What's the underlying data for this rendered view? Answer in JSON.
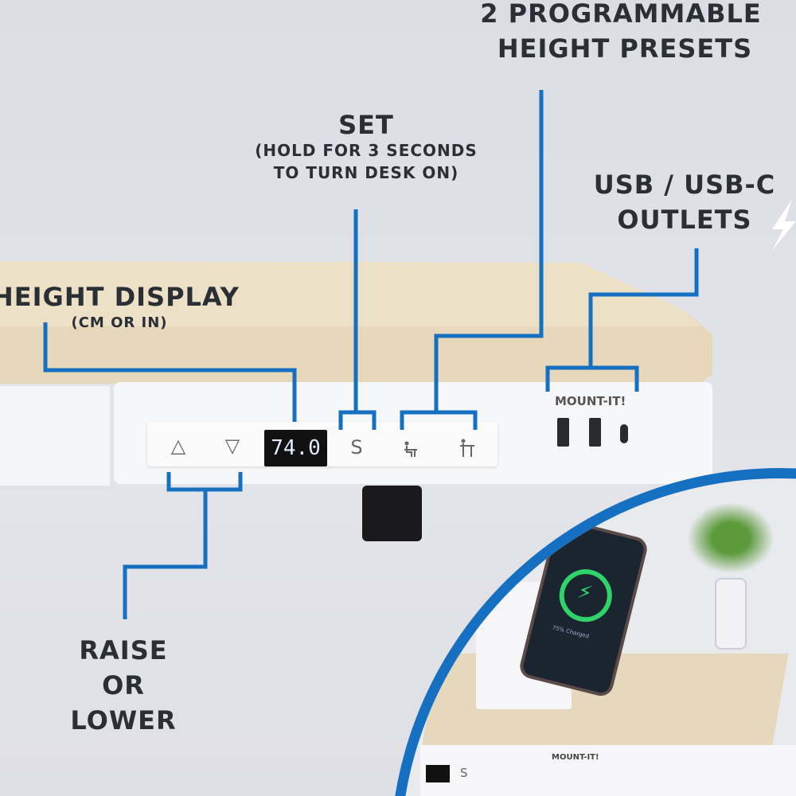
{
  "labels": {
    "presets_line1": "2 PROGRAMMABLE",
    "presets_line2": "HEIGHT PRESETS",
    "set_title": "SET",
    "set_line1": "(HOLD FOR 3 SECONDS",
    "set_line2": "TO TURN DESK ON)",
    "usb_line1": "USB / USB-C",
    "usb_line2": "OUTLETS",
    "height_title": "HEIGHT DISPLAY",
    "height_sub": "(CM OR IN)",
    "raise_line1": "RAISE",
    "raise_line2": "OR",
    "raise_line3": "LOWER"
  },
  "control_panel": {
    "up_symbol": "△",
    "down_symbol": "▽",
    "display_value": "74.0",
    "set_symbol": "S",
    "brand": "MOUNT-IT!"
  },
  "inset": {
    "phone_status": "75% Charged",
    "brand": "MOUNT-IT!",
    "set_symbol": "S"
  },
  "colors": {
    "accent_line": "#1670c2",
    "text": "#2a2e35",
    "charge_green": "#2fd36a"
  }
}
